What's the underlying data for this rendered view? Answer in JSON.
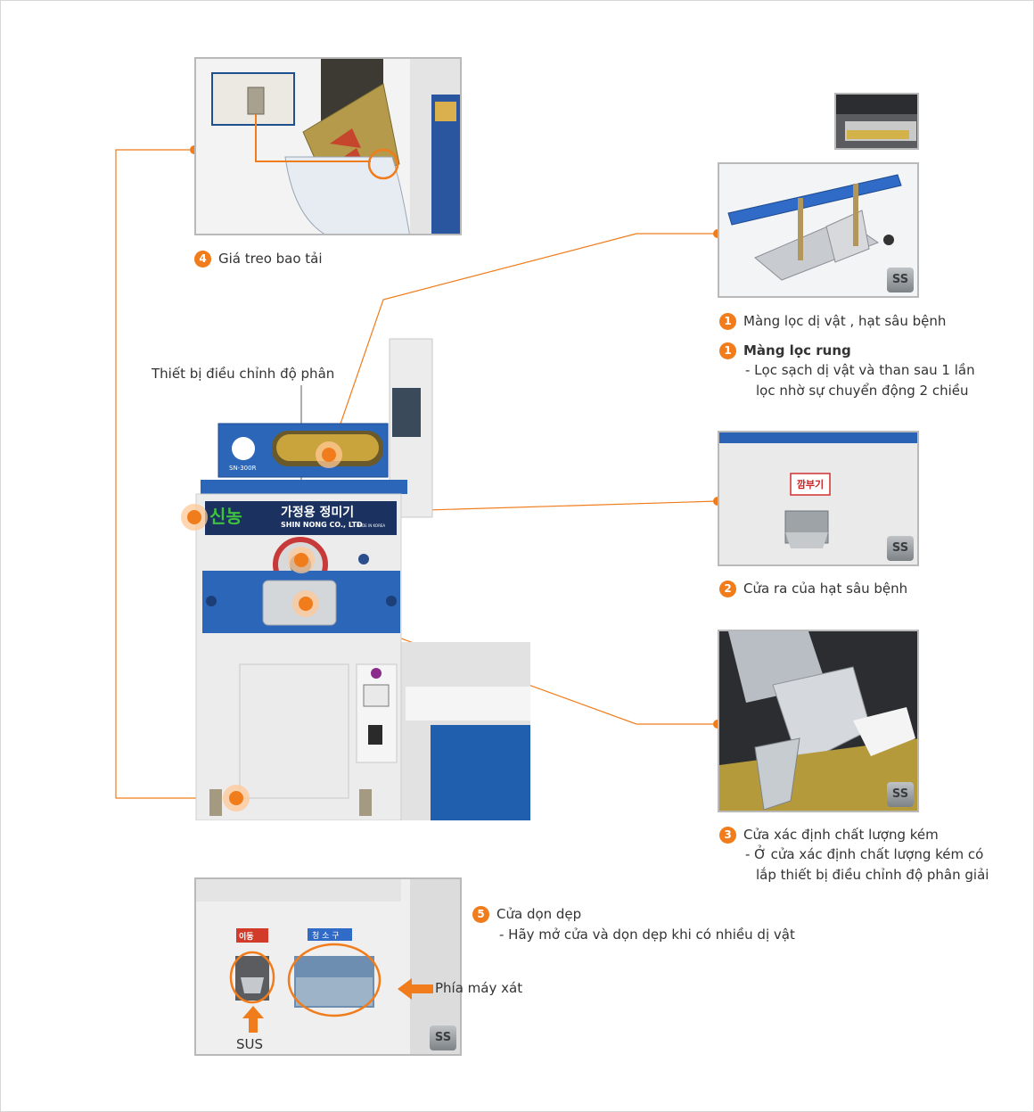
{
  "badge_text": "SS",
  "colors": {
    "accent": "#f07c1b",
    "machine_blue": "#1f5fae",
    "border": "#b9b9b9"
  },
  "center_label": "Thiết bị điều chỉnh độ phân",
  "items": {
    "item4": {
      "num": "4",
      "title": "Giá treo bao tải"
    },
    "item1a": {
      "num": "1",
      "title": "Màng lọc dị vật , hạt sâu bệnh"
    },
    "item1b": {
      "num": "1",
      "title": "Màng lọc rung",
      "desc1": "- Lọc sạch dị vật và than sau 1 lần",
      "desc2": "lọc nhờ sự chuyển động 2 chiều"
    },
    "item2": {
      "num": "2",
      "title": "Cửa ra của hạt sâu bệnh"
    },
    "item3": {
      "num": "3",
      "title": "Cửa xác định chất lượng kém",
      "desc1": "- Ở cửa xác định chất lượng kém có",
      "desc2": "lắp thiết bị điều chỉnh độ phân giải"
    },
    "item5": {
      "num": "5",
      "title": "Cửa dọn dẹp",
      "desc1": "- Hãy mở cửa và dọn dẹp khi có nhiều dị vật"
    }
  },
  "machine": {
    "model": "SN-300R",
    "brand_korean": "신농",
    "product_korean": "가정용 정미기",
    "company": "SHIN NONG CO., LTD",
    "made_in": "MADE IN KOREA"
  },
  "photo2_sign": "깜부기",
  "photo5": {
    "tag_left": "이동",
    "tag_right": "청 소 구",
    "arrow_right_label": "Phía máy xát",
    "arrow_up_label": "SUS"
  }
}
